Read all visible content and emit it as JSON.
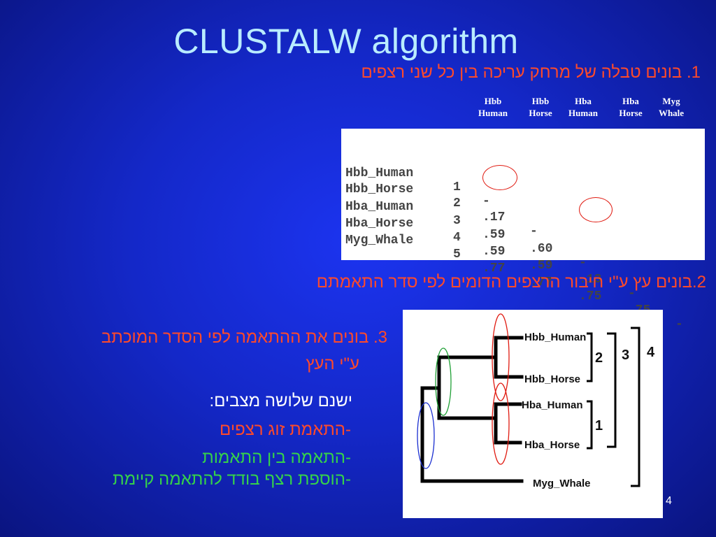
{
  "slide": {
    "title": "CLUSTALW algorithm",
    "page_number": "4"
  },
  "step1": {
    "number": "1.",
    "text": "בונים טבלה של מרחק עריכה בין כל שני רצפים"
  },
  "matrix_headers": [
    [
      "Hbb",
      "Human"
    ],
    [
      "Hbb",
      "Horse"
    ],
    [
      "Hba",
      "Human"
    ],
    [
      "Hba",
      "Horse"
    ],
    [
      "Myg",
      "Whale"
    ]
  ],
  "distance_table": {
    "rows": [
      {
        "name": "Hbb_Human",
        "index": "1",
        "values": [
          "-"
        ]
      },
      {
        "name": "Hbb_Horse",
        "index": "2",
        "values": [
          ".17",
          "-"
        ]
      },
      {
        "name": "Hba_Human",
        "index": "3",
        "values": [
          ".59",
          ".60",
          "-"
        ]
      },
      {
        "name": "Hba_Horse",
        "index": "4",
        "values": [
          ".59",
          ".59",
          ".13",
          "-"
        ]
      },
      {
        "name": "Myg_Whale",
        "index": "5",
        "values": [
          ".77",
          ".77",
          ".75",
          ".75",
          "-"
        ]
      }
    ],
    "highlighted": [
      ".17",
      ".13"
    ],
    "highlight_color": "#e01a10"
  },
  "step2": {
    "text": "2.בונים עץ ע\"י חיבור הרצפים הדומים לפי סדר התאמתם"
  },
  "step3": {
    "number": "3.",
    "line1": "בונים את ההתאמה לפי הסדר המוכתב",
    "line2": "ע\"י העץ"
  },
  "modes": {
    "title": "ישנם שלושה מצבים:",
    "items": [
      {
        "text": "-התאמת  זוג רצפים",
        "color": "#ff4a2a"
      },
      {
        "text": "-התאמה בין התאמות",
        "color": "#35d24a"
      },
      {
        "text": "-הוספת רצף בודד להתאמה קיימת",
        "color": "#35d24a"
      }
    ]
  },
  "guide_tree": {
    "leaves": [
      "Hbb_Human",
      "Hbb_Horse",
      "Hba_Human",
      "Hba_Horse",
      "Myg_Whale"
    ],
    "join_order_labels": [
      "1",
      "2",
      "3",
      "4"
    ],
    "circle_colors": {
      "pair": "#e01a10",
      "group": "#1fa035",
      "single": "#1a2ed0"
    }
  },
  "colors": {
    "background": "#1428c8",
    "title": "#b9ecff",
    "step_text": "#ff4a2a",
    "green_text": "#35d24a"
  }
}
